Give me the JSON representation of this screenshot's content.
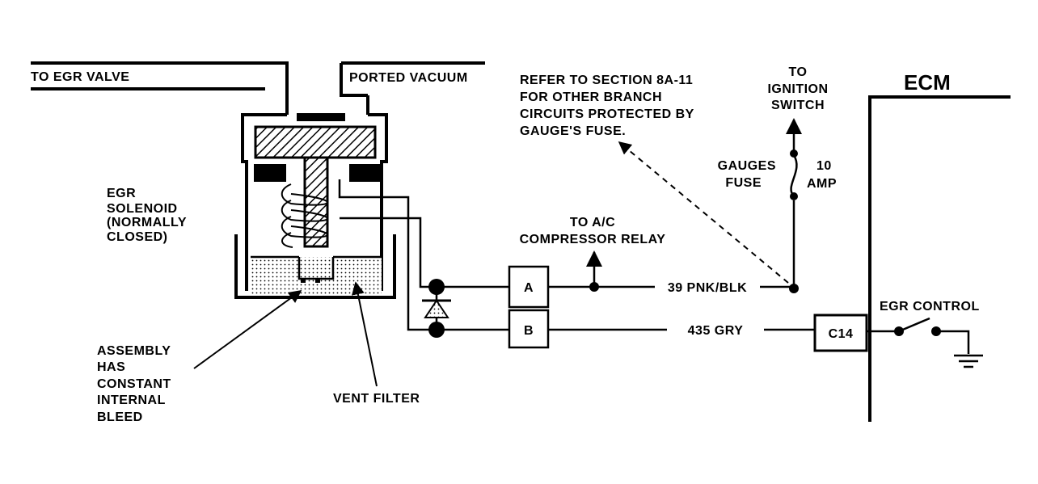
{
  "labels": {
    "to_egr_valve": "TO EGR VALVE",
    "ported_vacuum": "PORTED VACUUM",
    "solenoid": [
      "EGR",
      "SOLENOID",
      "(NORMALLY",
      "CLOSED)"
    ],
    "assembly_note": [
      "ASSEMBLY",
      "HAS",
      "CONSTANT",
      "INTERNAL",
      "BLEED"
    ],
    "vent_filter": "VENT FILTER",
    "refer_note": [
      "REFER TO SECTION 8A-11",
      "FOR OTHER BRANCH",
      "CIRCUITS PROTECTED BY",
      "GAUGE'S FUSE."
    ],
    "to_ignition": [
      "TO",
      "IGNITION",
      "SWITCH"
    ],
    "fuse_name": [
      "GAUGES",
      "FUSE"
    ],
    "fuse_rating": [
      "10",
      "AMP"
    ],
    "to_ac": [
      "TO A/C",
      "COMPRESSOR RELAY"
    ],
    "terminal_a": "A",
    "terminal_b": "B",
    "wire_a": "39 PNK/BLK",
    "wire_b": "435 GRY",
    "connector": "C14",
    "ecm": "ECM",
    "egr_control": "EGR CONTROL"
  },
  "colors": {
    "line": "#000000",
    "background": "#ffffff",
    "hatch_fill": "#b0b0b0"
  }
}
